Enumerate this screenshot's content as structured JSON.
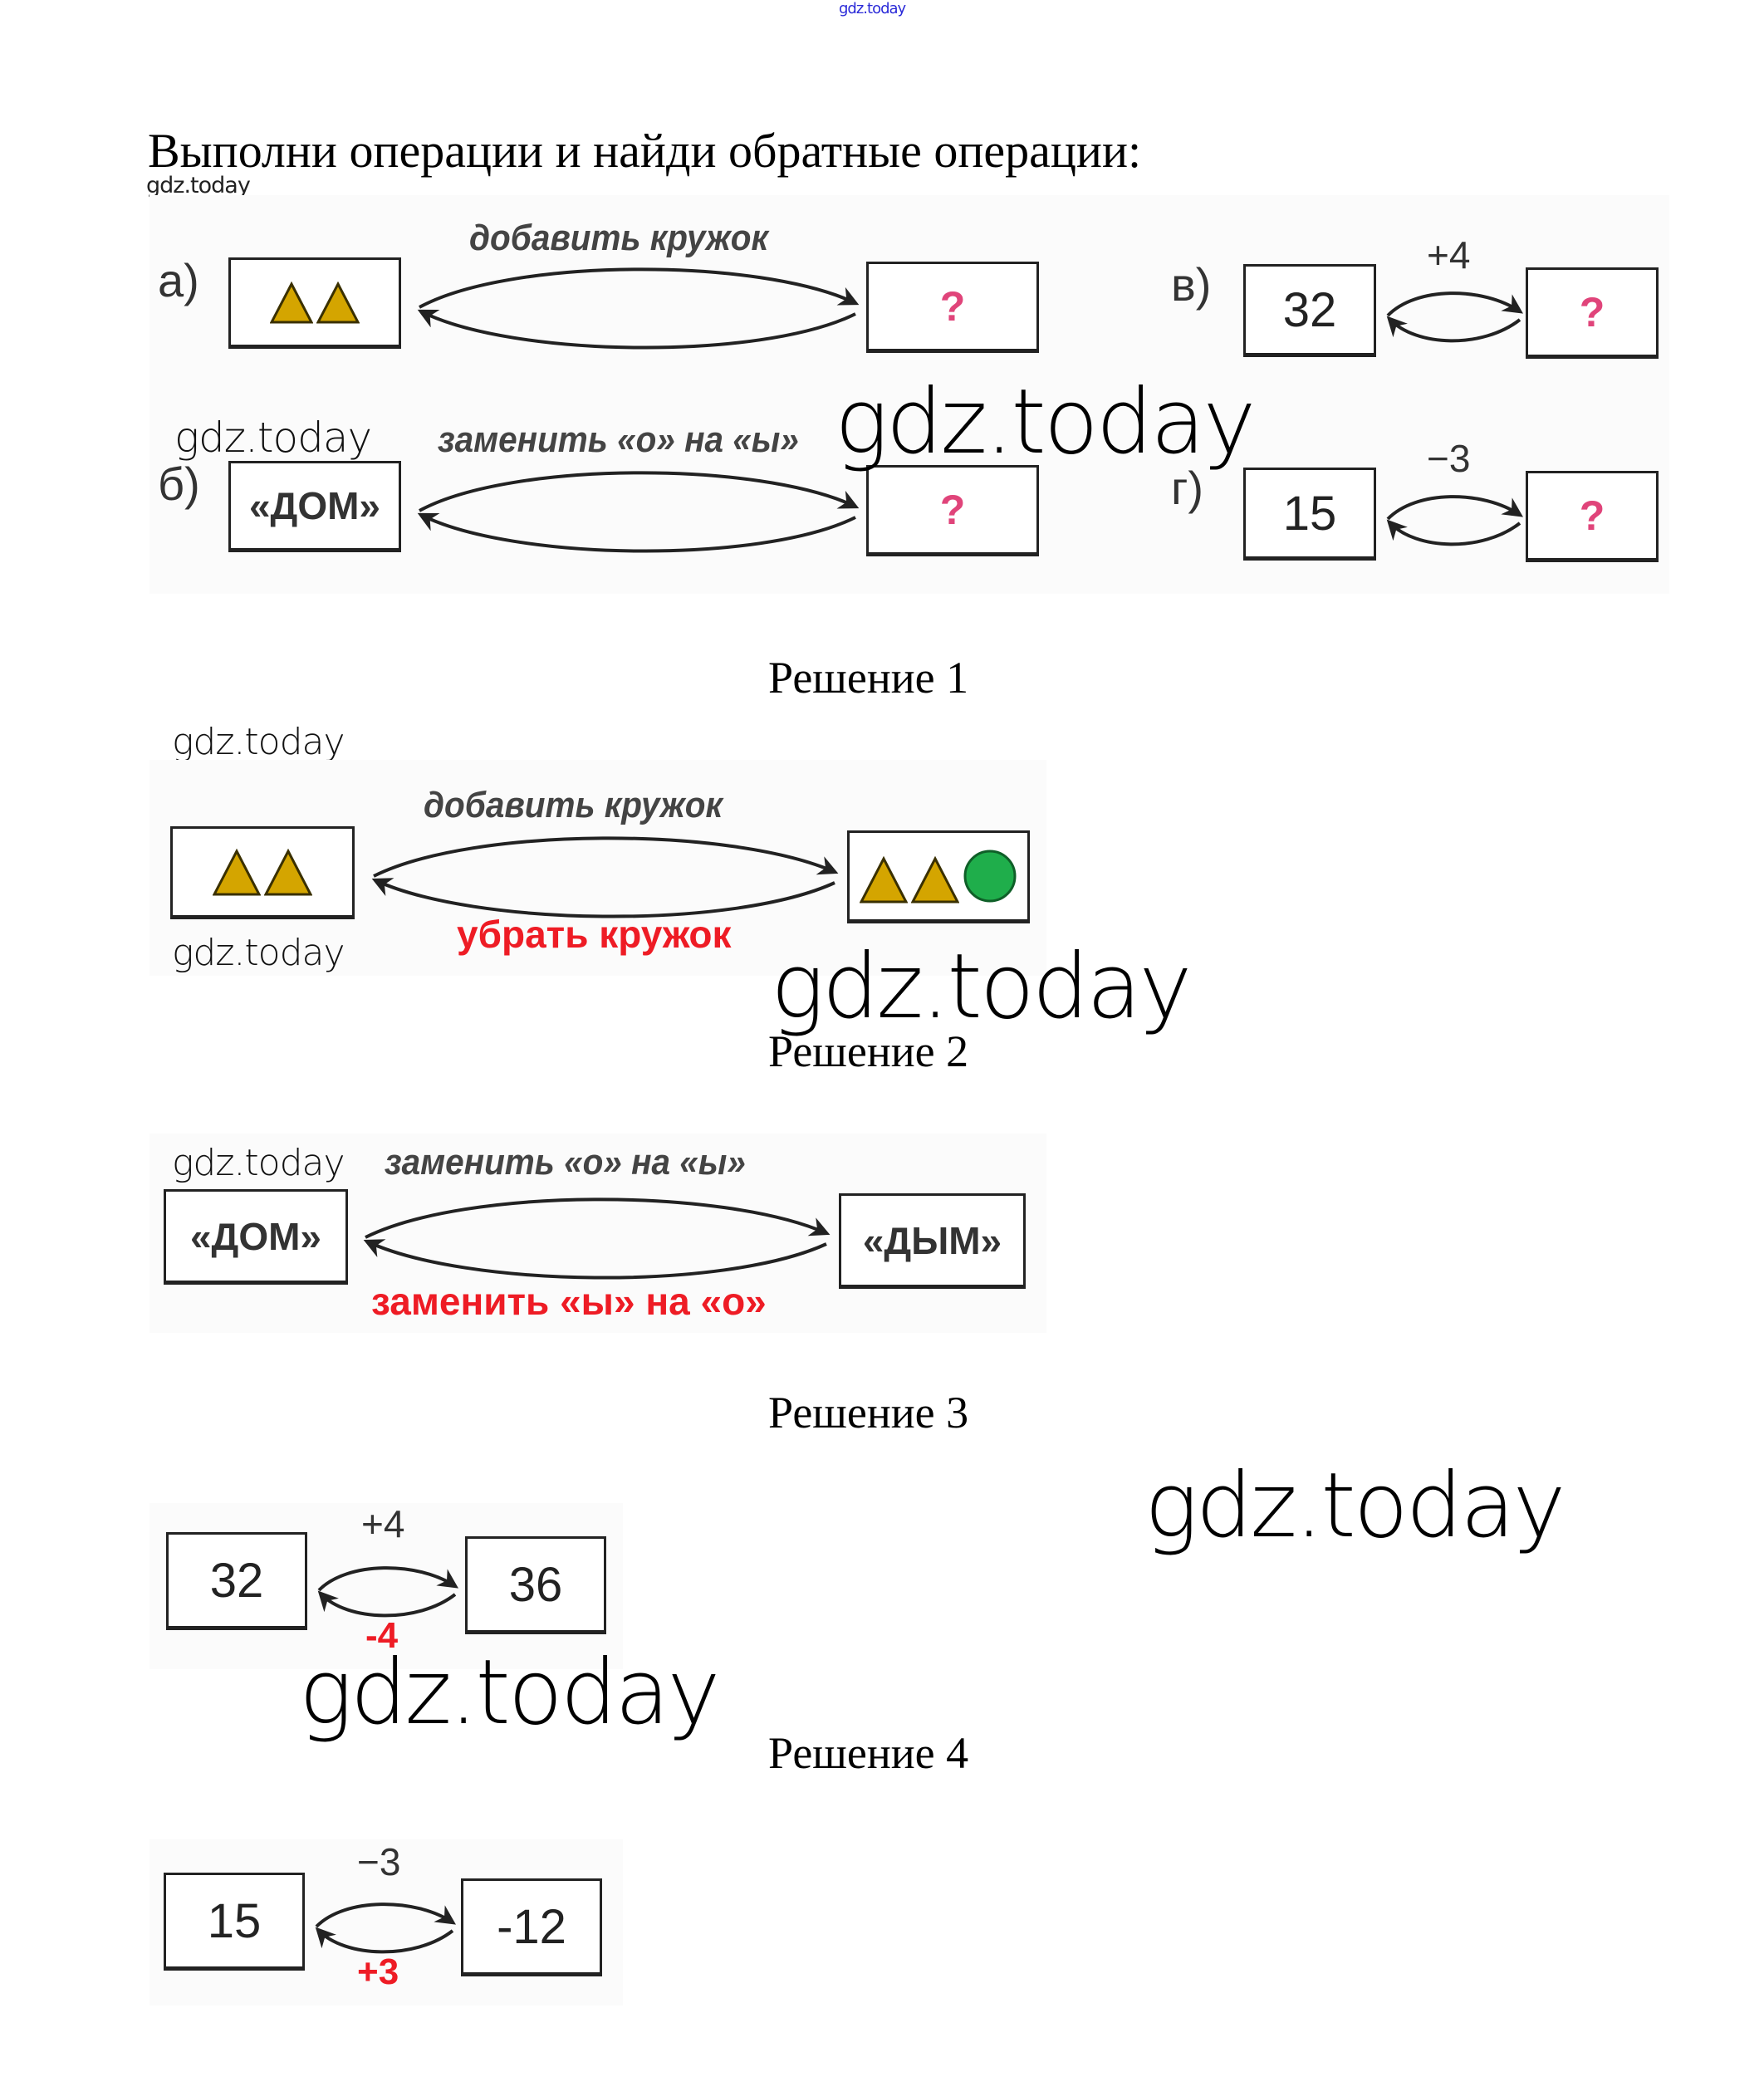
{
  "watermarks": {
    "top": "gdz.today",
    "small": "gdz.today",
    "big": "gdz.today"
  },
  "task": {
    "title": "Выполни операции и найди обратные операции:",
    "items": [
      {
        "label": "а)",
        "from": "shapes:triangle,triangle",
        "operation": "добавить кружок",
        "to": "?"
      },
      {
        "label": "б)",
        "from": "«ДОМ»",
        "operation": "заменить «о» на «ы»",
        "to": "?"
      },
      {
        "label": "в)",
        "from": "32",
        "operation": "+4",
        "to": "?"
      },
      {
        "label": "г)",
        "from": "15",
        "operation": "−3",
        "to": "?"
      }
    ],
    "unknown": "?"
  },
  "solutions": [
    {
      "heading": "Решение 1",
      "from_shapes": [
        "triangle",
        "triangle"
      ],
      "to_shapes": [
        "triangle",
        "triangle",
        "circle"
      ],
      "operation": "добавить кружок",
      "inverse": "убрать кружок"
    },
    {
      "heading": "Решение 2",
      "from": "«ДОМ»",
      "to": "«ДЫМ»",
      "operation": "заменить «о» на «ы»",
      "inverse": "заменить «ы» на «о»"
    },
    {
      "heading": "Решение 3",
      "from": "32",
      "to": "36",
      "operation": "+4",
      "inverse": "-4"
    },
    {
      "heading": "Решение 4",
      "from": "15",
      "to": "-12",
      "operation": "−3",
      "inverse": "+3"
    }
  ],
  "colors": {
    "triangle_fill": "#d4a500",
    "circle_fill": "#1fae4b",
    "question_mark": "#e0447a",
    "inverse_text": "#ee1c25",
    "watermark_top": "#2a2ad8"
  }
}
